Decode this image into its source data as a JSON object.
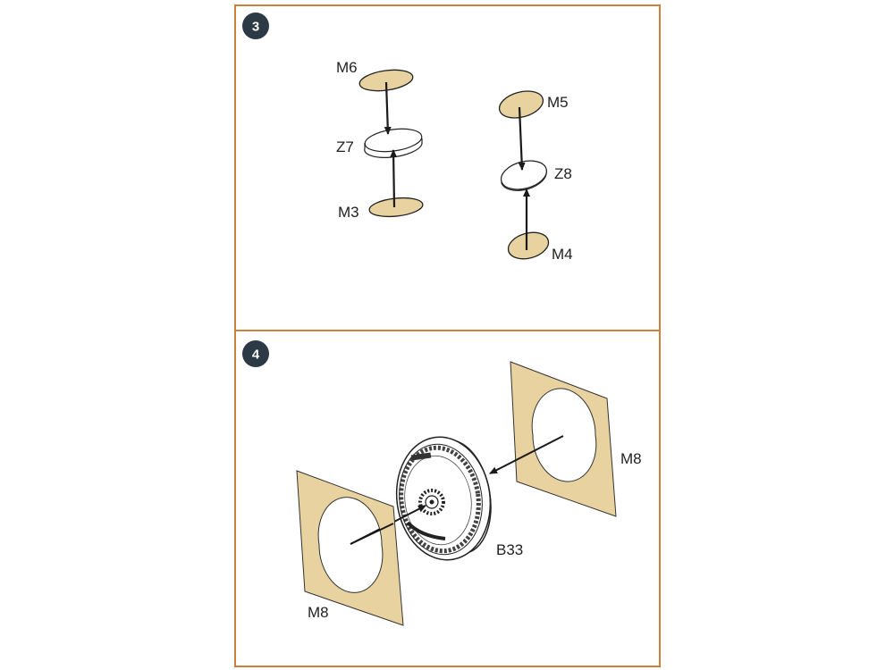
{
  "steps": [
    {
      "number": "3",
      "labels": {
        "m6": "M6",
        "z7": "Z7",
        "m3": "M3",
        "m5": "M5",
        "z8": "Z8",
        "m4": "M4"
      }
    },
    {
      "number": "4",
      "labels": {
        "m8_right": "M8",
        "m8_left": "M8",
        "b33": "B33"
      }
    }
  ],
  "colors": {
    "border": "#c8803a",
    "mask_fill": "#e8d3a0",
    "badge": "#2b3a44",
    "line": "#1a1a1a"
  }
}
